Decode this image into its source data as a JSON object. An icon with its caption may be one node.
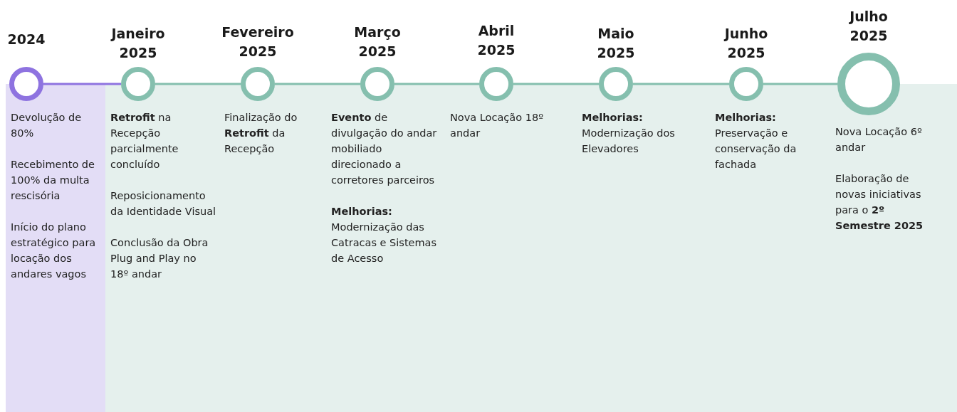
{
  "diagram": {
    "nodes": [
      {
        "text": [
          "2024"
        ],
        "beside": [
          "Devolução de 80%",
          "Recebimento de 100% da multa rescisória",
          "Início do plano estratégico para locação dos andares vagos"
        ]
      },
      {
        "text": [
          "Janeiro 2025"
        ],
        "beside": [
          "**Retrofit** na Recepção parcialmente concluído",
          "Reposicionamento da Identidade Visual",
          "Conclusão da Obra Plug and Play no 18º andar"
        ]
      },
      {
        "text": [
          "Fevereiro 2025"
        ],
        "beside": [
          "Finalização do **Retrofit** da Recepção"
        ]
      },
      {
        "text": [
          "Março 2025"
        ],
        "beside": [
          "**Evento** de divulgação do andar mobiliado direcionado a corretores parceiros",
          "**Melhorias:** Modernização das Catracas e Sistemas de Acesso"
        ]
      },
      {
        "text": [
          "Abril 2025"
        ],
        "beside": [
          "Nova Locação 18º andar"
        ]
      },
      {
        "text": [
          "Maio 2025"
        ],
        "beside": [
          "**Melhorias:** Modernização dos Elevadores"
        ]
      },
      {
        "text": [
          "Junho 2025"
        ],
        "beside": [
          "**Melhorias:** Preservação e conservação da fachada"
        ]
      },
      {
        "text": [
          "Julho 2025"
        ],
        "beside": [
          "Nova Locação 6º andar",
          "Elaboração de novas iniciativas para o **2º Semestre 2025**"
        ]
      }
    ],
    "edges": [
      {
        "from": 0,
        "to": 1,
        "arrow": "none",
        "color": "#8e73e0"
      },
      {
        "from": 1,
        "to": 2,
        "arrow": "none"
      },
      {
        "from": 2,
        "to": 3,
        "arrow": "none"
      },
      {
        "from": 3,
        "to": 4,
        "arrow": "none"
      },
      {
        "from": 4,
        "to": 5,
        "arrow": "none"
      },
      {
        "from": 5,
        "to": 6,
        "arrow": "none"
      },
      {
        "from": 6,
        "to": 7,
        "arrow": "none"
      }
    ]
  }
}
